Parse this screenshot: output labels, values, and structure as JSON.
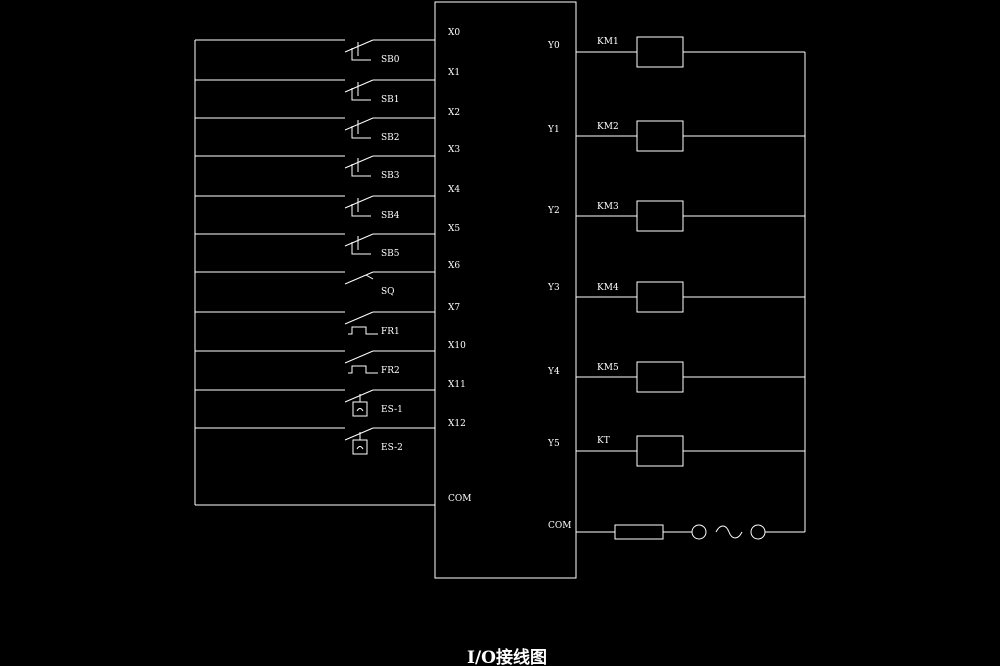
{
  "title": "I/O接线图",
  "plc": {
    "inputs": [
      {
        "terminal": "X0",
        "device": "SB0",
        "type": "pushbutton"
      },
      {
        "terminal": "X1",
        "device": "SB1",
        "type": "pushbutton"
      },
      {
        "terminal": "X2",
        "device": "SB2",
        "type": "pushbutton"
      },
      {
        "terminal": "X3",
        "device": "SB3",
        "type": "pushbutton"
      },
      {
        "terminal": "X4",
        "device": "SB4",
        "type": "pushbutton"
      },
      {
        "terminal": "X5",
        "device": "SB5",
        "type": "pushbutton"
      },
      {
        "terminal": "X6",
        "device": "SQ",
        "type": "limit-switch"
      },
      {
        "terminal": "X7",
        "device": "FR1",
        "type": "thermal-relay"
      },
      {
        "terminal": "X10",
        "device": "FR2",
        "type": "thermal-relay"
      },
      {
        "terminal": "X11",
        "device": "ES-1",
        "type": "emergency-stop"
      },
      {
        "terminal": "X12",
        "device": "ES-2",
        "type": "emergency-stop"
      }
    ],
    "input_com": "COM",
    "outputs": [
      {
        "terminal": "Y0",
        "device": "KM1"
      },
      {
        "terminal": "Y1",
        "device": "KM2"
      },
      {
        "terminal": "Y2",
        "device": "KM3"
      },
      {
        "terminal": "Y3",
        "device": "KM4"
      },
      {
        "terminal": "Y4",
        "device": "KM5"
      },
      {
        "terminal": "Y5",
        "device": "KT"
      }
    ],
    "output_com": "COM"
  },
  "colors": {
    "background": "#000000",
    "line": "#ffffff"
  },
  "icons": {
    "supply": "ac-source-icon",
    "fuse": "fuse-icon"
  }
}
